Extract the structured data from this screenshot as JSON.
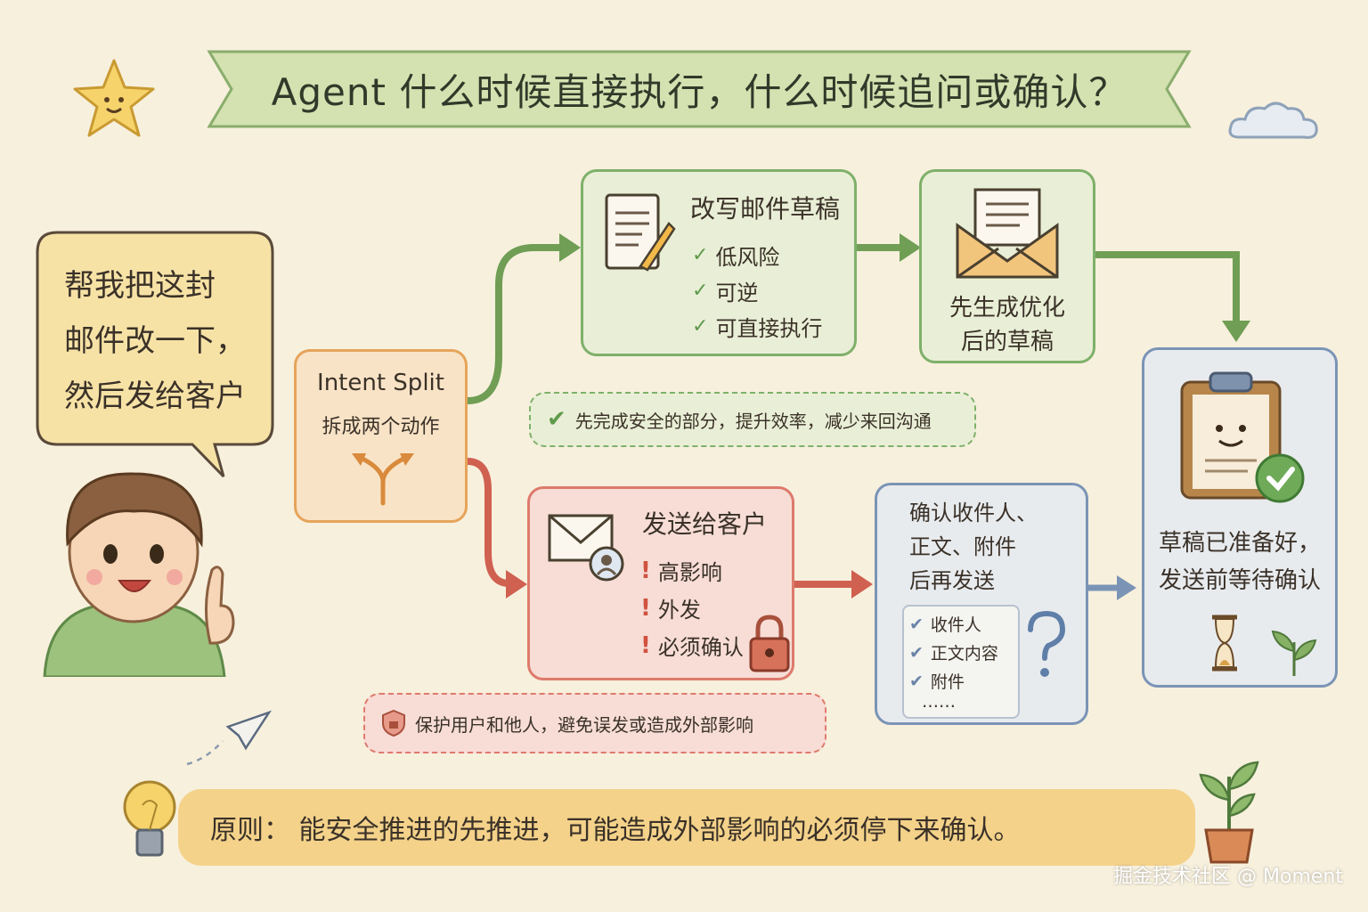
{
  "title": "Agent 什么时候直接执行，什么时候追问或确认？",
  "speech": {
    "line1": "帮我把这封",
    "line2": "邮件改一下，",
    "line3": "然后发给客户"
  },
  "intent": {
    "title": "Intent Split",
    "subtitle": "拆成两个动作"
  },
  "rewrite": {
    "title": "改写邮件草稿",
    "items": [
      "低风险",
      "可逆",
      "可直接执行"
    ]
  },
  "draft_result": {
    "line1": "先生成优化",
    "line2": "后的草稿"
  },
  "safe_note": "先完成安全的部分，提升效率，减少来回沟通",
  "send": {
    "title": "发送给客户",
    "items": [
      "高影响",
      "外发",
      "必须确认"
    ]
  },
  "confirm": {
    "line1": "确认收件人、",
    "line2": "正文、附件",
    "line3": "后再发送",
    "checklist": [
      "收件人",
      "正文内容",
      "附件",
      "……"
    ]
  },
  "protect_note": "保护用户和他人，避免误发或造成外部影响",
  "final": {
    "line1": "草稿已准备好，",
    "line2": "发送前等待确认"
  },
  "principle": "原则： 能安全推进的先推进，可能造成外部影响的必须停下来确认。",
  "watermark": "掘金技术社区 @ Moment",
  "colors": {
    "green": "#7fb06a",
    "orange": "#e6a45a",
    "red": "#de7a6c",
    "blue": "#7b94b6"
  }
}
